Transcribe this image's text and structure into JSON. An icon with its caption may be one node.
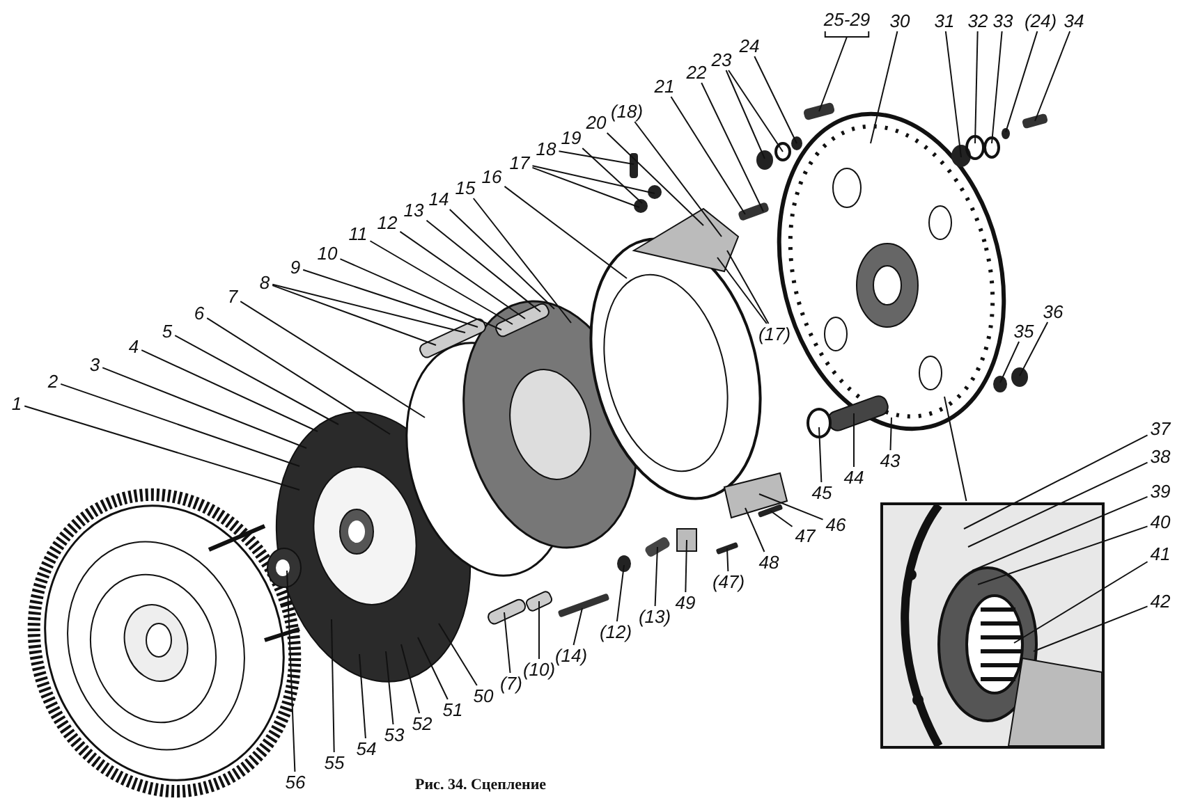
{
  "diagram": {
    "caption": "Рис. 34. Сцепление",
    "nodes": [
      {
        "text": [
          "1"
        ]
      },
      {
        "text": [
          "2"
        ]
      },
      {
        "text": [
          "3"
        ]
      },
      {
        "text": [
          "4"
        ]
      },
      {
        "text": [
          "5"
        ]
      },
      {
        "text": [
          "6"
        ]
      },
      {
        "text": [
          "7"
        ]
      },
      {
        "text": [
          "8"
        ]
      },
      {
        "text": [
          "9"
        ]
      },
      {
        "text": [
          "10"
        ]
      },
      {
        "text": [
          "11"
        ]
      },
      {
        "text": [
          "12"
        ]
      },
      {
        "text": [
          "13"
        ]
      },
      {
        "text": [
          "14"
        ]
      },
      {
        "text": [
          "15"
        ]
      },
      {
        "text": [
          "16"
        ]
      },
      {
        "text": [
          "17"
        ]
      },
      {
        "text": [
          "18"
        ]
      },
      {
        "text": [
          "19"
        ]
      },
      {
        "text": [
          "20"
        ]
      },
      {
        "text": [
          "(18)"
        ]
      },
      {
        "text": [
          "21"
        ]
      },
      {
        "text": [
          "22"
        ]
      },
      {
        "text": [
          "23"
        ]
      },
      {
        "text": [
          "24"
        ]
      },
      {
        "text": [
          "25-29"
        ]
      },
      {
        "text": [
          "30"
        ]
      },
      {
        "text": [
          "31"
        ]
      },
      {
        "text": [
          "32"
        ]
      },
      {
        "text": [
          "33"
        ]
      },
      {
        "text": [
          "(24)"
        ]
      },
      {
        "text": [
          "34"
        ]
      },
      {
        "text": [
          "(17)"
        ]
      },
      {
        "text": [
          "35"
        ]
      },
      {
        "text": [
          "36"
        ]
      },
      {
        "text": [
          "37"
        ]
      },
      {
        "text": [
          "38"
        ]
      },
      {
        "text": [
          "39"
        ]
      },
      {
        "text": [
          "40"
        ]
      },
      {
        "text": [
          "41"
        ]
      },
      {
        "text": [
          "42"
        ]
      },
      {
        "text": [
          "43"
        ]
      },
      {
        "text": [
          "44"
        ]
      },
      {
        "text": [
          "45"
        ]
      },
      {
        "text": [
          "46"
        ]
      },
      {
        "text": [
          "47"
        ]
      },
      {
        "text": [
          "48"
        ]
      },
      {
        "text": [
          "(47)"
        ]
      },
      {
        "text": [
          "49"
        ]
      },
      {
        "text": [
          "(12)"
        ]
      },
      {
        "text": [
          "(13)"
        ]
      },
      {
        "text": [
          "(14)"
        ]
      },
      {
        "text": [
          "(10)"
        ]
      },
      {
        "text": [
          "(7)"
        ]
      },
      {
        "text": [
          "50"
        ]
      },
      {
        "text": [
          "51"
        ]
      },
      {
        "text": [
          "52"
        ]
      },
      {
        "text": [
          "53"
        ]
      },
      {
        "text": [
          "54"
        ]
      },
      {
        "text": [
          "55"
        ]
      },
      {
        "text": [
          "56"
        ]
      },
      {
        "text": [],
        "shape": "picture"
      },
      {
        "text": [],
        "shape": "picture"
      },
      {
        "text": [],
        "shape": "picture"
      },
      {
        "text": [],
        "shape": "picture"
      },
      {
        "text": [],
        "shape": "picture"
      },
      {
        "text": [],
        "shape": "picture"
      },
      {
        "text": [],
        "shape": "picture"
      },
      {
        "text": [],
        "shape": "circle"
      },
      {
        "text": [],
        "shape": "circle"
      },
      {
        "text": [],
        "shape": "bar"
      },
      {
        "text": [],
        "shape": "bar"
      },
      {
        "text": [],
        "shape": "circle"
      },
      {
        "text": [],
        "shape": "circle"
      },
      {
        "text": [],
        "shape": "circle"
      },
      {
        "text": [],
        "shape": "bar"
      },
      {
        "text": [],
        "shape": "circle"
      },
      {
        "text": [],
        "shape": "circle"
      },
      {
        "text": [],
        "shape": "circle"
      },
      {
        "text": [],
        "shape": "circle"
      },
      {
        "text": [],
        "shape": "bar"
      },
      {
        "text": [],
        "shape": "circle"
      },
      {
        "text": [],
        "shape": "circle"
      },
      {
        "text": [],
        "shape": "circle"
      },
      {
        "text": [],
        "shape": "bar"
      },
      {
        "text": [],
        "shape": "bar"
      },
      {
        "text": [],
        "shape": "box"
      },
      {
        "text": [],
        "shape": "circle"
      },
      {
        "text": [],
        "shape": "bar"
      },
      {
        "text": [],
        "shape": "bar"
      },
      {
        "text": [],
        "shape": "bar"
      }
    ],
    "edges": [
      {
        "from": 0,
        "to": 63,
        "arrow": "none"
      },
      {
        "from": 1,
        "to": 63,
        "arrow": "none"
      },
      {
        "from": 2,
        "to": 63,
        "arrow": "none"
      },
      {
        "from": 3,
        "to": 63,
        "arrow": "none"
      },
      {
        "from": 4,
        "to": 63,
        "arrow": "none"
      },
      {
        "from": 5,
        "to": 63,
        "arrow": "none"
      },
      {
        "from": 6,
        "to": 64,
        "arrow": "none"
      },
      {
        "from": 7,
        "to": 64,
        "arrow": "none"
      },
      {
        "from": 8,
        "to": 64,
        "arrow": "none"
      },
      {
        "from": 9,
        "to": 64,
        "arrow": "none"
      },
      {
        "from": 10,
        "to": 64,
        "arrow": "none"
      },
      {
        "from": 11,
        "to": 64,
        "arrow": "none"
      },
      {
        "from": 12,
        "to": 64,
        "arrow": "none"
      },
      {
        "from": 13,
        "to": 64,
        "arrow": "none"
      },
      {
        "from": 14,
        "to": 64,
        "arrow": "none"
      },
      {
        "from": 15,
        "to": 65,
        "arrow": "none"
      },
      {
        "from": 16,
        "to": 69,
        "arrow": "none"
      },
      {
        "from": 17,
        "to": 70,
        "arrow": "none"
      },
      {
        "from": 18,
        "to": 68,
        "arrow": "none"
      },
      {
        "from": 19,
        "to": 65,
        "arrow": "none"
      },
      {
        "from": 20,
        "to": 65,
        "arrow": "none"
      },
      {
        "from": 21,
        "to": 71,
        "arrow": "none"
      },
      {
        "from": 22,
        "to": 71,
        "arrow": "none"
      },
      {
        "from": 23,
        "to": 72,
        "arrow": "none"
      },
      {
        "from": 24,
        "to": 74,
        "arrow": "none"
      },
      {
        "from": 25,
        "to": 75,
        "arrow": "none"
      },
      {
        "from": 26,
        "to": 66,
        "arrow": "none"
      },
      {
        "from": 27,
        "to": 76,
        "arrow": "none"
      },
      {
        "from": 28,
        "to": 77,
        "arrow": "none"
      },
      {
        "from": 29,
        "to": 78,
        "arrow": "none"
      },
      {
        "from": 30,
        "to": 79,
        "arrow": "none"
      },
      {
        "from": 31,
        "to": 80,
        "arrow": "none"
      },
      {
        "from": 32,
        "to": 65,
        "arrow": "none"
      },
      {
        "from": 33,
        "to": 81,
        "arrow": "none"
      },
      {
        "from": 34,
        "to": 82,
        "arrow": "none"
      },
      {
        "from": 35,
        "to": 61,
        "arrow": "none"
      },
      {
        "from": 36,
        "to": 61,
        "arrow": "none"
      },
      {
        "from": 37,
        "to": 61,
        "arrow": "none"
      },
      {
        "from": 38,
        "to": 61,
        "arrow": "none"
      },
      {
        "from": 39,
        "to": 61,
        "arrow": "none"
      },
      {
        "from": 40,
        "to": 61,
        "arrow": "none"
      },
      {
        "from": 41,
        "to": 66,
        "arrow": "none"
      },
      {
        "from": 42,
        "to": 67,
        "arrow": "none"
      },
      {
        "from": 43,
        "to": 83,
        "arrow": "none"
      },
      {
        "from": 44,
        "to": 65,
        "arrow": "none"
      },
      {
        "from": 45,
        "to": 84,
        "arrow": "none"
      },
      {
        "from": 46,
        "to": 65,
        "arrow": "none"
      },
      {
        "from": 47,
        "to": 85,
        "arrow": "none"
      },
      {
        "from": 48,
        "to": 86,
        "arrow": "none"
      },
      {
        "from": 49,
        "to": 87,
        "arrow": "none"
      },
      {
        "from": 50,
        "to": 88,
        "arrow": "none"
      },
      {
        "from": 51,
        "to": 89,
        "arrow": "none"
      },
      {
        "from": 52,
        "to": 90,
        "arrow": "none"
      },
      {
        "from": 53,
        "to": 64,
        "arrow": "none"
      },
      {
        "from": 54,
        "to": 63,
        "arrow": "none"
      },
      {
        "from": 55,
        "to": 63,
        "arrow": "none"
      },
      {
        "from": 56,
        "to": 63,
        "arrow": "none"
      },
      {
        "from": 57,
        "to": 63,
        "arrow": "none"
      },
      {
        "from": 58,
        "to": 63,
        "arrow": "none"
      },
      {
        "from": 59,
        "to": 63,
        "arrow": "none"
      },
      {
        "from": 60,
        "to": 62,
        "arrow": "none"
      },
      {
        "from": 7,
        "to": 64,
        "arrow": "none"
      },
      {
        "from": 16,
        "to": 68,
        "arrow": "none"
      },
      {
        "from": 23,
        "to": 73,
        "arrow": "none"
      },
      {
        "from": 32,
        "to": 65,
        "arrow": "none"
      },
      {
        "from": 61,
        "to": 66,
        "arrow": "none"
      }
    ]
  }
}
